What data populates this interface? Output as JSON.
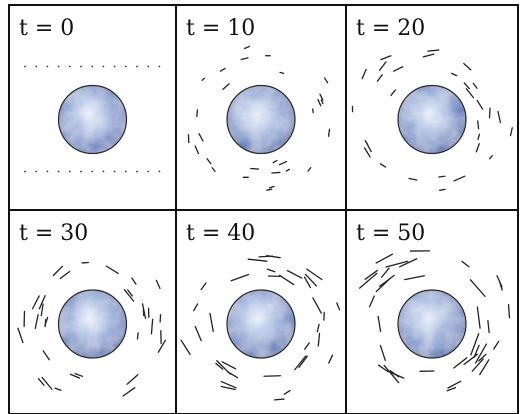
{
  "figure": {
    "panels": [
      {
        "label": "t = 0",
        "time": 0
      },
      {
        "label": "t = 10",
        "time": 10
      },
      {
        "label": "t = 20",
        "time": 20
      },
      {
        "label": "t = 30",
        "time": 30
      },
      {
        "label": "t = 40",
        "time": 40
      },
      {
        "label": "t = 50",
        "time": 50
      }
    ],
    "colors": {
      "sphere_light": "#dfe8f6",
      "sphere_mid": "#8ea4d4",
      "sphere_dark": "#3e5c9c",
      "particle": "#222222",
      "frame": "#111111"
    }
  }
}
